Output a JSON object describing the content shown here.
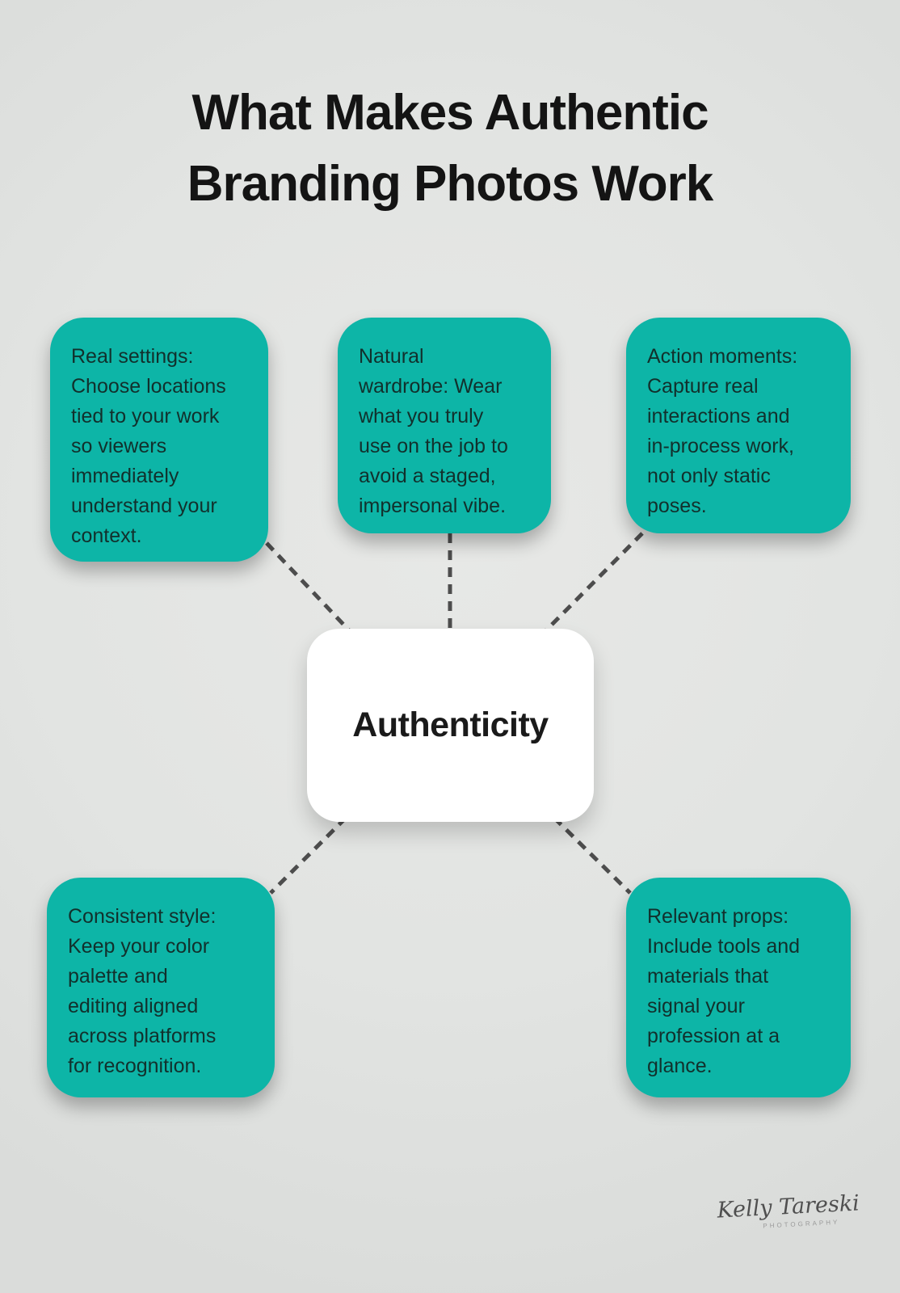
{
  "page": {
    "title": "What Makes Authentic\nBranding Photos Work"
  },
  "center": {
    "label": "Authenticity"
  },
  "cards": [
    {
      "id": "real-settings",
      "text": "Real settings:\nChoose locations\ntied to your work\nso viewers\nimmediately\nunderstand your\ncontext."
    },
    {
      "id": "natural-wardrobe",
      "text": "Natural\nwardrobe: Wear\nwhat you truly\nuse on the job to\navoid a staged,\nimpersonal vibe."
    },
    {
      "id": "action-moments",
      "text": "Action moments:\nCapture real\ninteractions and\nin-process work,\nnot only static\nposes."
    },
    {
      "id": "consistent-style",
      "text": "Consistent style:\nKeep your color\npalette and\nediting aligned\nacross platforms\nfor recognition."
    },
    {
      "id": "relevant-props",
      "text": "Relevant props:\nInclude tools and\nmaterials that\nsignal your\nprofession at a\nglance."
    }
  ],
  "signature": {
    "name": "Kelly Tareski",
    "subtitle": "PHOTOGRAPHY"
  },
  "colors": {
    "card_teal": "#0db5a7",
    "center_bg": "#ffffff",
    "connector": "#4d4d4d",
    "card_text": "#12302c",
    "title_color": "#141414"
  }
}
